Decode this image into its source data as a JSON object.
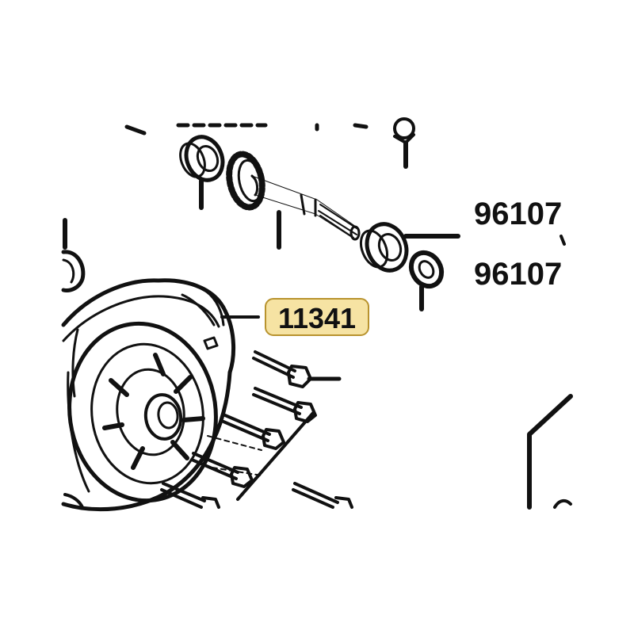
{
  "labels": {
    "part_upper_right": "96107",
    "part_lower_right": "96107",
    "part_highlighted": "11341"
  },
  "colors": {
    "ink": "#111111",
    "highlight_fill": "#f6e3a3",
    "highlight_stroke": "#b8932e",
    "background": "#ffffff"
  }
}
